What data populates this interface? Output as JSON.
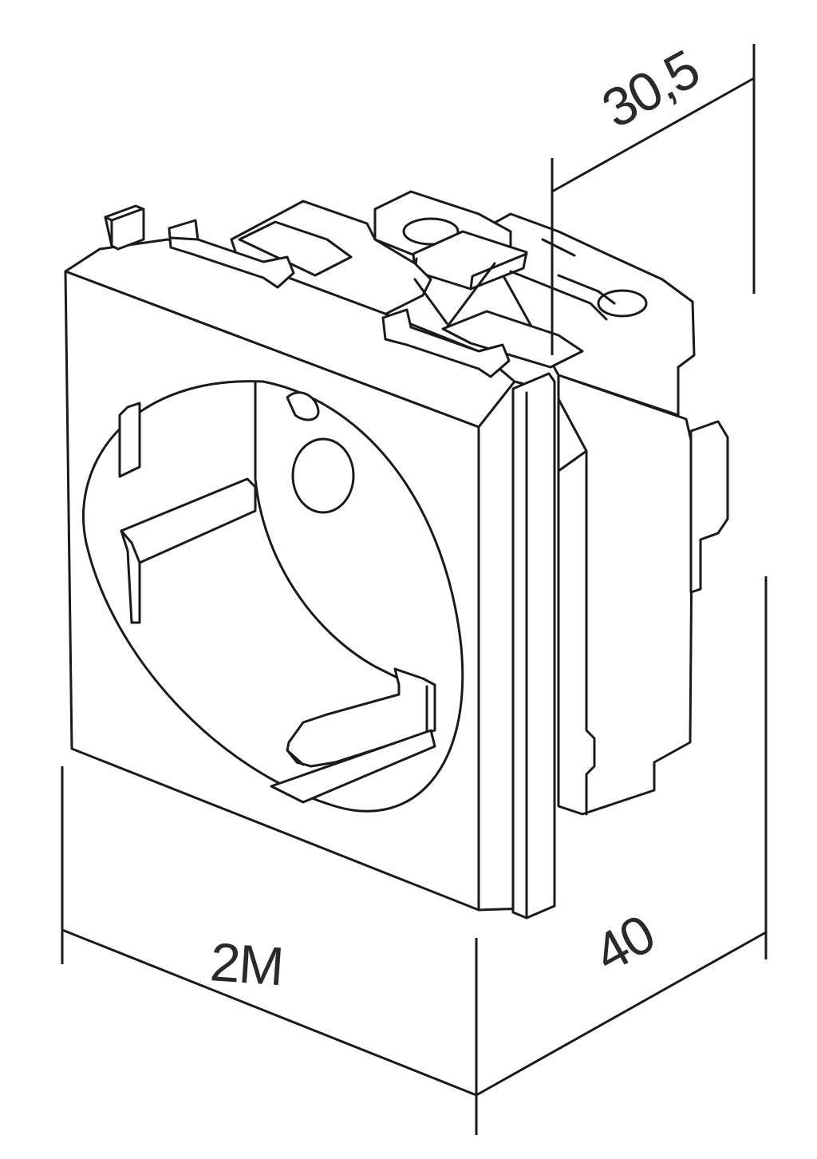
{
  "diagram": {
    "dimensions": {
      "width_label": "2M",
      "depth_label": "40",
      "height_label": "30,5"
    },
    "colors": {
      "line": "#1a1a1a",
      "background": "#ffffff"
    }
  }
}
